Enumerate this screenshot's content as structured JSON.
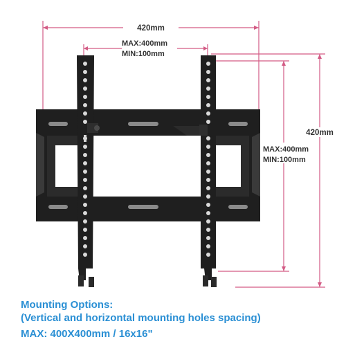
{
  "dimensions": {
    "width_total": "420mm",
    "width_max": "MAX:400mm",
    "width_min": "MIN:100mm",
    "height_total": "420mm",
    "height_max": "MAX:400mm",
    "height_min": "MIN:100mm"
  },
  "caption": {
    "title": "Mounting Options:",
    "subtitle": "(Vertical and horizontal mounting holes spacing)",
    "max_spec": "MAX: 400X400mm / 16x16\""
  },
  "colors": {
    "dimension_line": "#d35b85",
    "caption_text": "#2a8fd4",
    "bracket": "#1f1f1f"
  }
}
